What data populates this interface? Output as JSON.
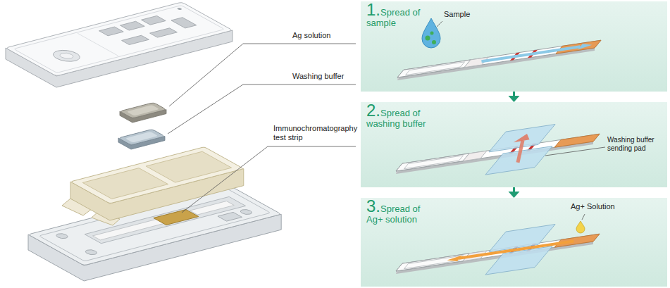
{
  "diagram": {
    "nodes": [
      {
        "text": [
          "1.Spread of sample",
          "Sample"
        ]
      },
      {
        "text": [
          "2.Spread of washing buffer",
          "Washing buffer sending pad"
        ]
      },
      {
        "text": [
          "3.Spread of Ag+ solution",
          "Ag+ Solution"
        ]
      }
    ],
    "edges": [
      {
        "from": 0,
        "to": 1,
        "arrow": "to"
      },
      {
        "from": 1,
        "to": 2,
        "arrow": "to"
      }
    ],
    "labels": [
      "Ag solution",
      "Washing buffer",
      "Immunochromatography test strip"
    ]
  }
}
